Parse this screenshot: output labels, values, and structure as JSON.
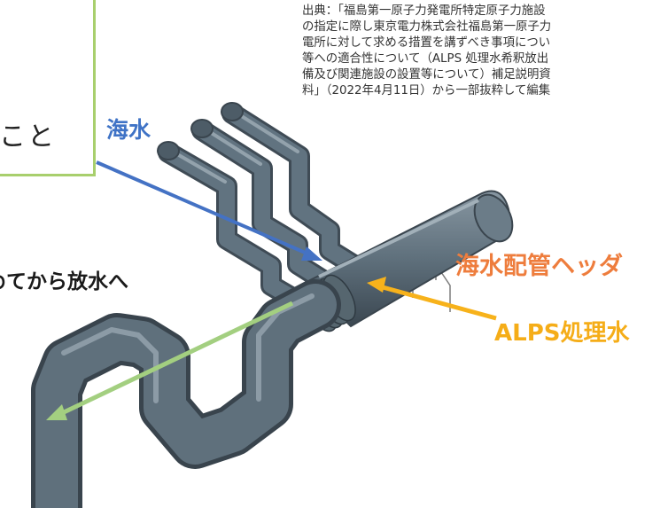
{
  "source_note": {
    "lines": [
      "出典：「福島第一原子力発電所特定原子力施設",
      "の指定に際し東京電力株式会社福島第一原子力",
      "電所に対して求める措置を講ずべき事項につい",
      "等への適合性について（ALPS 処理水希釈放出",
      "備及び関連施設の設置等について）補足説明資",
      "料」（2022年4月11日）から一部抜粋して編集"
    ]
  },
  "callout": {
    "text": "こと"
  },
  "labels": {
    "seawater": "海水",
    "dilute_then_discharge": "めてから放水へ",
    "seawater_header": "海水配管ヘッダ",
    "alps_treated_water": "ALPS処理水"
  },
  "colors": {
    "seawater_label": "#3f73c6",
    "seawater_arrow": "#4472c4",
    "header_label": "#ee7d3d",
    "alps_label": "#f5ad18",
    "alps_arrow": "#f7b21b",
    "discharge_arrow": "#a3cf80",
    "callout_border": "#a8cf6d",
    "pipe_fill": "#5e6f7b",
    "pipe_shadow": "#3f4b55",
    "pipe_highlight": "#8a9aa5"
  }
}
